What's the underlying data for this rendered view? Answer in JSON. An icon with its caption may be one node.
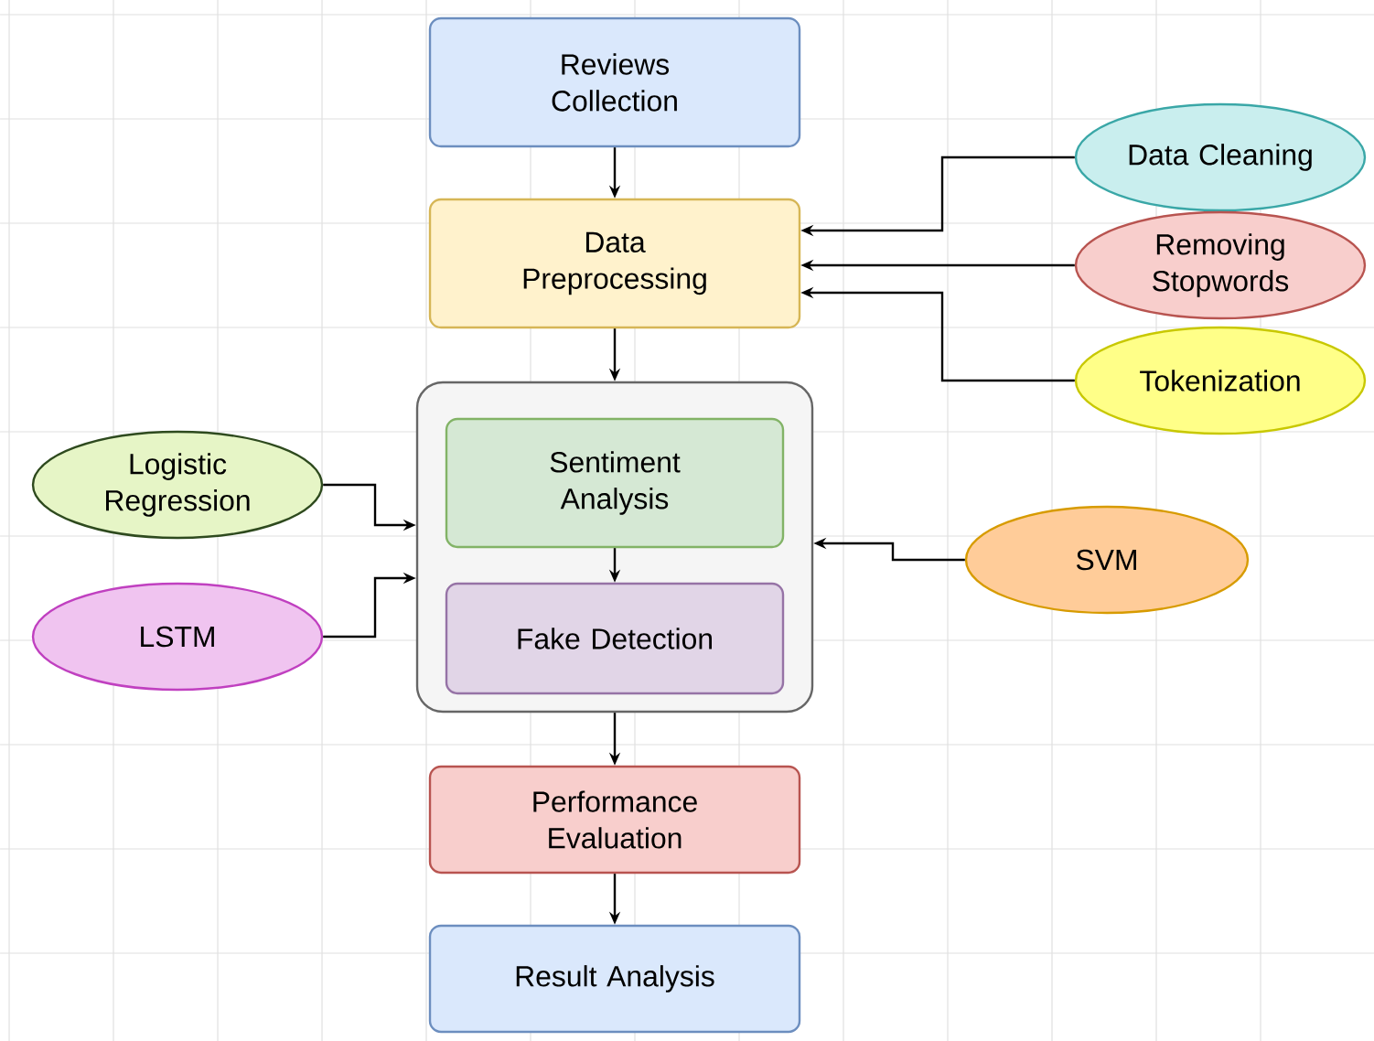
{
  "diagram": {
    "nodes": [
      {
        "text": [
          "Reviews Collection"
        ]
      },
      {
        "text": [
          "Data Preprocessing"
        ]
      },
      {
        "text": [
          "Data Cleaning"
        ]
      },
      {
        "text": [
          "Removing Stopwords"
        ]
      },
      {
        "text": [
          "Tokenization"
        ]
      },
      {
        "text": [],
        "shape": "box"
      },
      {
        "text": [
          "Sentiment Analysis"
        ],
        "in": 5
      },
      {
        "text": [
          "Fake Detection"
        ],
        "in": 5
      },
      {
        "text": [
          "Logistic Regression"
        ]
      },
      {
        "text": [
          "LSTM"
        ]
      },
      {
        "text": [
          "SVM"
        ]
      },
      {
        "text": [
          "Performance Evaluation"
        ]
      },
      {
        "text": [
          "Result Analysis"
        ]
      }
    ],
    "edges": [
      {
        "from": 0,
        "to": 1,
        "arrow": "to"
      },
      {
        "from": 2,
        "to": 1,
        "arrow": "to"
      },
      {
        "from": 3,
        "to": 1,
        "arrow": "to"
      },
      {
        "from": 4,
        "to": 1,
        "arrow": "to"
      },
      {
        "from": 1,
        "to": 5,
        "arrow": "to"
      },
      {
        "from": 8,
        "to": 5,
        "arrow": "to"
      },
      {
        "from": 9,
        "to": 5,
        "arrow": "to"
      },
      {
        "from": 10,
        "to": 5,
        "arrow": "to"
      },
      {
        "from": 6,
        "to": 7,
        "arrow": "to"
      },
      {
        "from": 5,
        "to": 11,
        "arrow": "to"
      },
      {
        "from": 11,
        "to": 12,
        "arrow": "to"
      }
    ]
  }
}
